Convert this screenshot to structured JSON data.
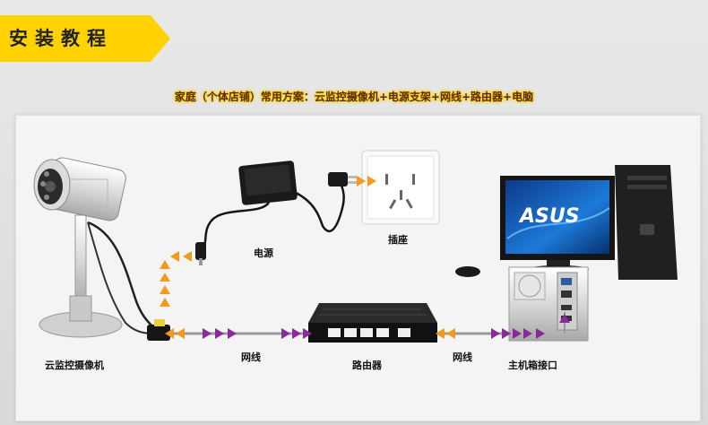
{
  "banner": {
    "title": "安装教程"
  },
  "subtitle": "家庭（个体店铺）常用方案：云监控摄像机+电源支架+网线+路由器+电脑",
  "labels": {
    "power": "电源",
    "socket": "插座",
    "camera": "云监控摄像机",
    "cable_left": "网线",
    "router": "路由器",
    "cable_right": "网线",
    "host_port": "主机箱接口"
  },
  "monitor_brand": "ASUS",
  "colors": {
    "banner": "#ffd200",
    "arrow_orange": "#f39a1e",
    "arrow_purple": "#8a2a9a"
  }
}
